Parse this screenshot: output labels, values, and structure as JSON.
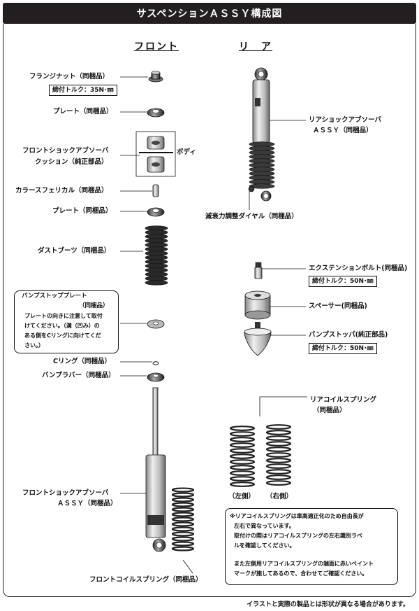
{
  "title": "サスペンションＡＳＳＹ構成図",
  "front_heading": "フロント",
  "rear_heading": "リ　ア",
  "front": {
    "flange_nut": "フランジナット（同梱品）",
    "flange_nut_torque": "締付トルク：35N･㎜",
    "plate_top": "プレート（同梱品）",
    "cushion_line1": "フロントショックアブソーバ",
    "cushion_line2": "クッション（純正部品）",
    "body_label": "ボディ",
    "collar": "カラースフェリカル（同梱品）",
    "plate_mid": "プレート（同梱品）",
    "dust_boot": "ダストブーツ（同梱品）",
    "bump_plate_title": "バンプストッププレート",
    "bump_plate_title2": "（同梱品）",
    "bump_plate_note1": "プレートの向きに注意して取付",
    "bump_plate_note2": "けてください。（溝（凹み）の",
    "bump_plate_note3": "ある側をCリングに向けてくだ",
    "bump_plate_note4": "さい。）",
    "c_ring": "Cリング（同梱品）",
    "bump_rubber": "バンプラバー（同梱品）",
    "shock_line1": "フロントショックアブソーバ",
    "shock_line2": "ＡＳＳＹ（同梱品）",
    "coil_spring": "フロントコイルスプリング（同梱品）"
  },
  "rear": {
    "shock_line1": "リアショックアブソーバ",
    "shock_line2": "ＡＳＳＹ（同梱品）",
    "damping_dial": "減衰力調整ダイヤル（同梱品）",
    "extension_bolt": "エクステンションボルト(同梱品)",
    "extension_bolt_torque": "締付トルク：50N･㎜",
    "spacer": "スペーサー(同梱品)",
    "bump_stopper": "バンプストッパ(純正部品)",
    "bump_stopper_torque": "締付トルク：50N･㎜",
    "coil_spring_line1": "リアコイルスプリング",
    "coil_spring_line2": "（同梱品）",
    "left_label": "（左側）",
    "right_label": "（右側）",
    "note_line1": "※リアコイルスプリングは車高適正化のため自由長が",
    "note_line2": "左右で異なっています。",
    "note_line3": "取付けの際はリアコイルスプリングの左右識別ラベ",
    "note_line4": "ルを確認してください。",
    "note_line5": "また左側用リアコイルスプリングの端面に赤いペイント",
    "note_line6": "マークが施してあるので、合わせてご確認ください。"
  },
  "footer": "イラストと実際の製品とは形状が異なる場合があります。"
}
